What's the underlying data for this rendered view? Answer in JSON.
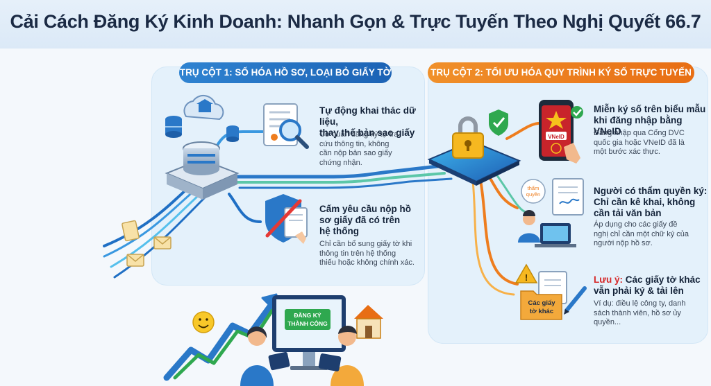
{
  "title": "Cải Cách Đăng Ký Kinh Doanh: Nhanh Gọn & Trực Tuyến Theo Nghị Quyết 66.7",
  "pillar1": {
    "label": "TRỤ CỘT 1: SỐ HÓA HỒ SƠ, LOẠI BỎ GIẤY TỜ",
    "items": [
      {
        "heading_lines": [
          "Tự động khai thác dữ liệu,",
          "thay thế bản sao giấy"
        ],
        "body_lines": [
          "Cơ quan đăng ký tự tra",
          "cứu thông tin, không",
          "cần nộp bản sao giấy",
          "chứng nhận."
        ]
      },
      {
        "heading_lines": [
          "Cấm yêu cầu nộp hồ",
          "sơ giấy đã có trên",
          "hệ thống"
        ],
        "body_lines": [
          "Chỉ cần bổ sung giấy tờ khi",
          "thông tin trên hệ thống",
          "thiếu hoặc không chính xác."
        ]
      }
    ]
  },
  "pillar2": {
    "label": "TRỤ CỘT 2: TỐI ƯU HÓA QUY TRÌNH KÝ SỐ TRỰC TUYẾN",
    "items": [
      {
        "heading_lines": [
          "Miễn ký số trên biểu mẫu",
          "khi đăng nhập bằng VNeID"
        ],
        "body_lines": [
          "Đăng nhập qua Cổng DVC",
          "quốc gia hoặc VNeID đã là",
          "một bước xác thực."
        ]
      },
      {
        "heading_lines": [
          "Người có thẩm quyền ký:",
          "Chỉ cần kê khai, không",
          "cần tải văn bản"
        ],
        "body_lines": [
          "Áp dụng cho các giấy đề",
          "nghị chỉ cần một chữ ký của",
          "người nộp hồ sơ."
        ]
      },
      {
        "note_prefix": "Lưu ý:",
        "heading_rest": " Các giấy tờ khác",
        "heading_line2": "vẫn phải ký & tải lên",
        "body_lines": [
          "Ví dụ: điều lệ công ty, danh",
          "sách thành viên, hồ sơ ủy",
          "quyền..."
        ]
      }
    ]
  },
  "icons": {
    "phone_label": "VNeID",
    "bubble_lines": [
      "thẩm",
      "quyền"
    ],
    "folder_lines": [
      "Các giấy",
      "tờ khác"
    ],
    "screen_lines": [
      "ĐĂNG KÝ",
      "THÀNH CÔNG"
    ]
  },
  "colors": {
    "blue": "#2a78c8",
    "orange": "#ee7d1e",
    "green": "#2fa84f",
    "cyan": "#26b6e0"
  }
}
